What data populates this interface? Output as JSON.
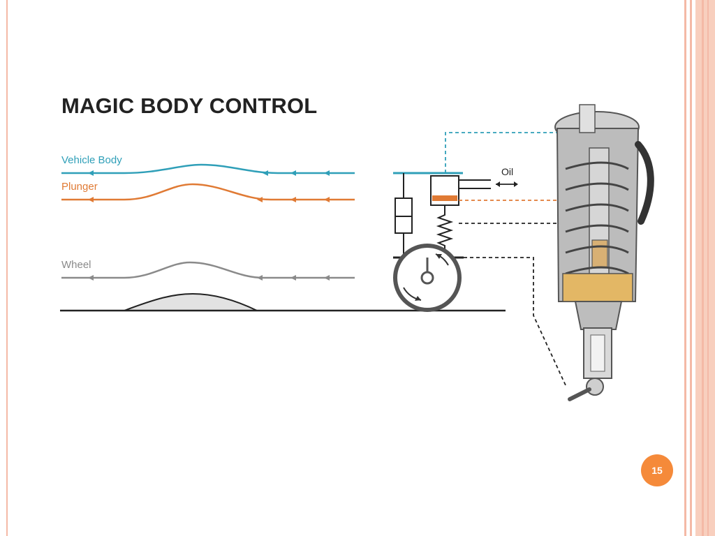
{
  "slide": {
    "page_number": "15"
  },
  "diagram": {
    "title": "MAGIC BODY CONTROL",
    "labels": {
      "vehicle_body": "Vehicle Body",
      "plunger": "Plunger",
      "wheel": "Wheel",
      "oil": "Oil"
    },
    "colors": {
      "vehicle_body": "#2f9fb8",
      "plunger": "#e07a34",
      "wheel": "#8a8a8a",
      "ground": "#222222",
      "frame_accent": "#f4b9a6",
      "page_badge": "#f58a3a"
    },
    "icons": [
      "double-arrow-icon",
      "spring-icon",
      "damper-icon",
      "wheel-icon",
      "suspension-strut-cutaway"
    ]
  }
}
